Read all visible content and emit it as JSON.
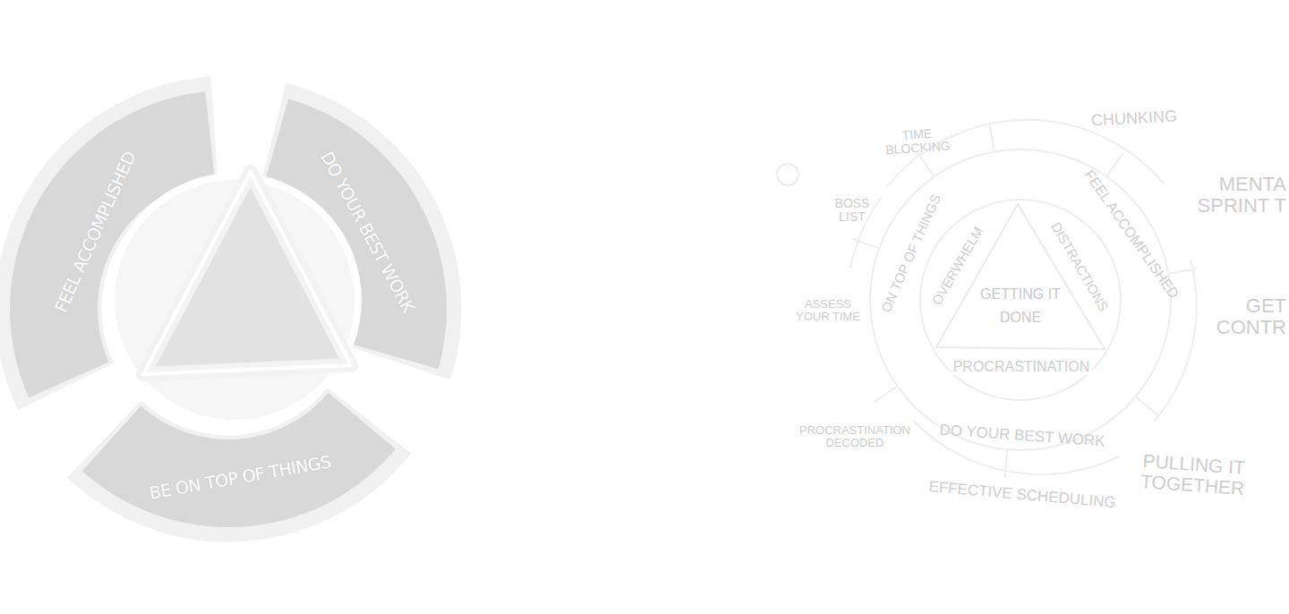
{
  "diagram": {
    "nodes": [
      {
        "text": [
          "FEEL ACCOMPLISHED"
        ]
      },
      {
        "text": [
          "DO YOUR BEST WORK"
        ]
      },
      {
        "text": [
          "BE ON TOP OF THINGS"
        ]
      },
      {
        "text": [
          "GETTING IT DONE"
        ]
      }
    ],
    "labels": [
      "TIME BLOCKING",
      "CHUNKING",
      "MENTA SPRINT T",
      "BOSS LIST",
      "ON TOP OF THINGS",
      "OVERWHELM",
      "DISTRACTIONS",
      "FEEL ACCOMPLISHED",
      "ASSESS YOUR TIME",
      "GET CONTR",
      "PROCRASTINATION",
      "PROCRASTINATION DECODED",
      "DO YOUR BEST WORK",
      "PULLING IT TOGETHER",
      "EFFECTIVE SCHEDULING"
    ]
  }
}
